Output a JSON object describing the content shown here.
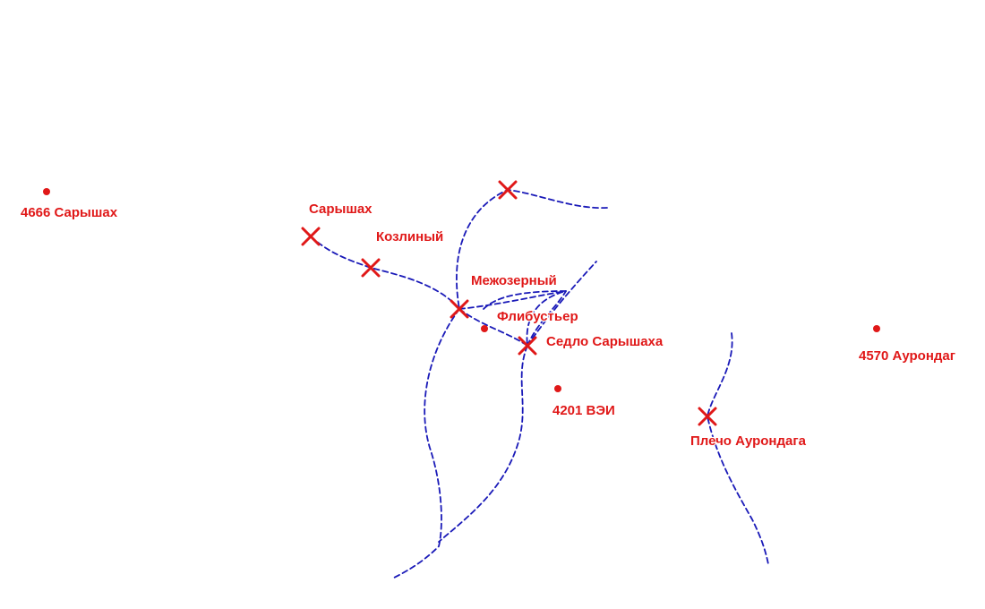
{
  "colors": {
    "trail": "#1a1ab8",
    "marker": "#e01818",
    "label": "#e01818",
    "background": "#ffffff"
  },
  "map": {
    "passes": [
      {
        "name": "Сарышах"
      },
      {
        "name": "Козлиный"
      },
      {
        "name": "Межозерный"
      },
      {
        "name": "Седло Сарышаха"
      },
      {
        "name": ""
      },
      {
        "name": "Плечо Аурондага"
      }
    ],
    "peaks": [
      {
        "name": "4666 Сарышах"
      },
      {
        "name": "Флибустьер"
      },
      {
        "name": "4201 ВЭИ"
      },
      {
        "name": "4570 Аурондаг"
      }
    ]
  }
}
